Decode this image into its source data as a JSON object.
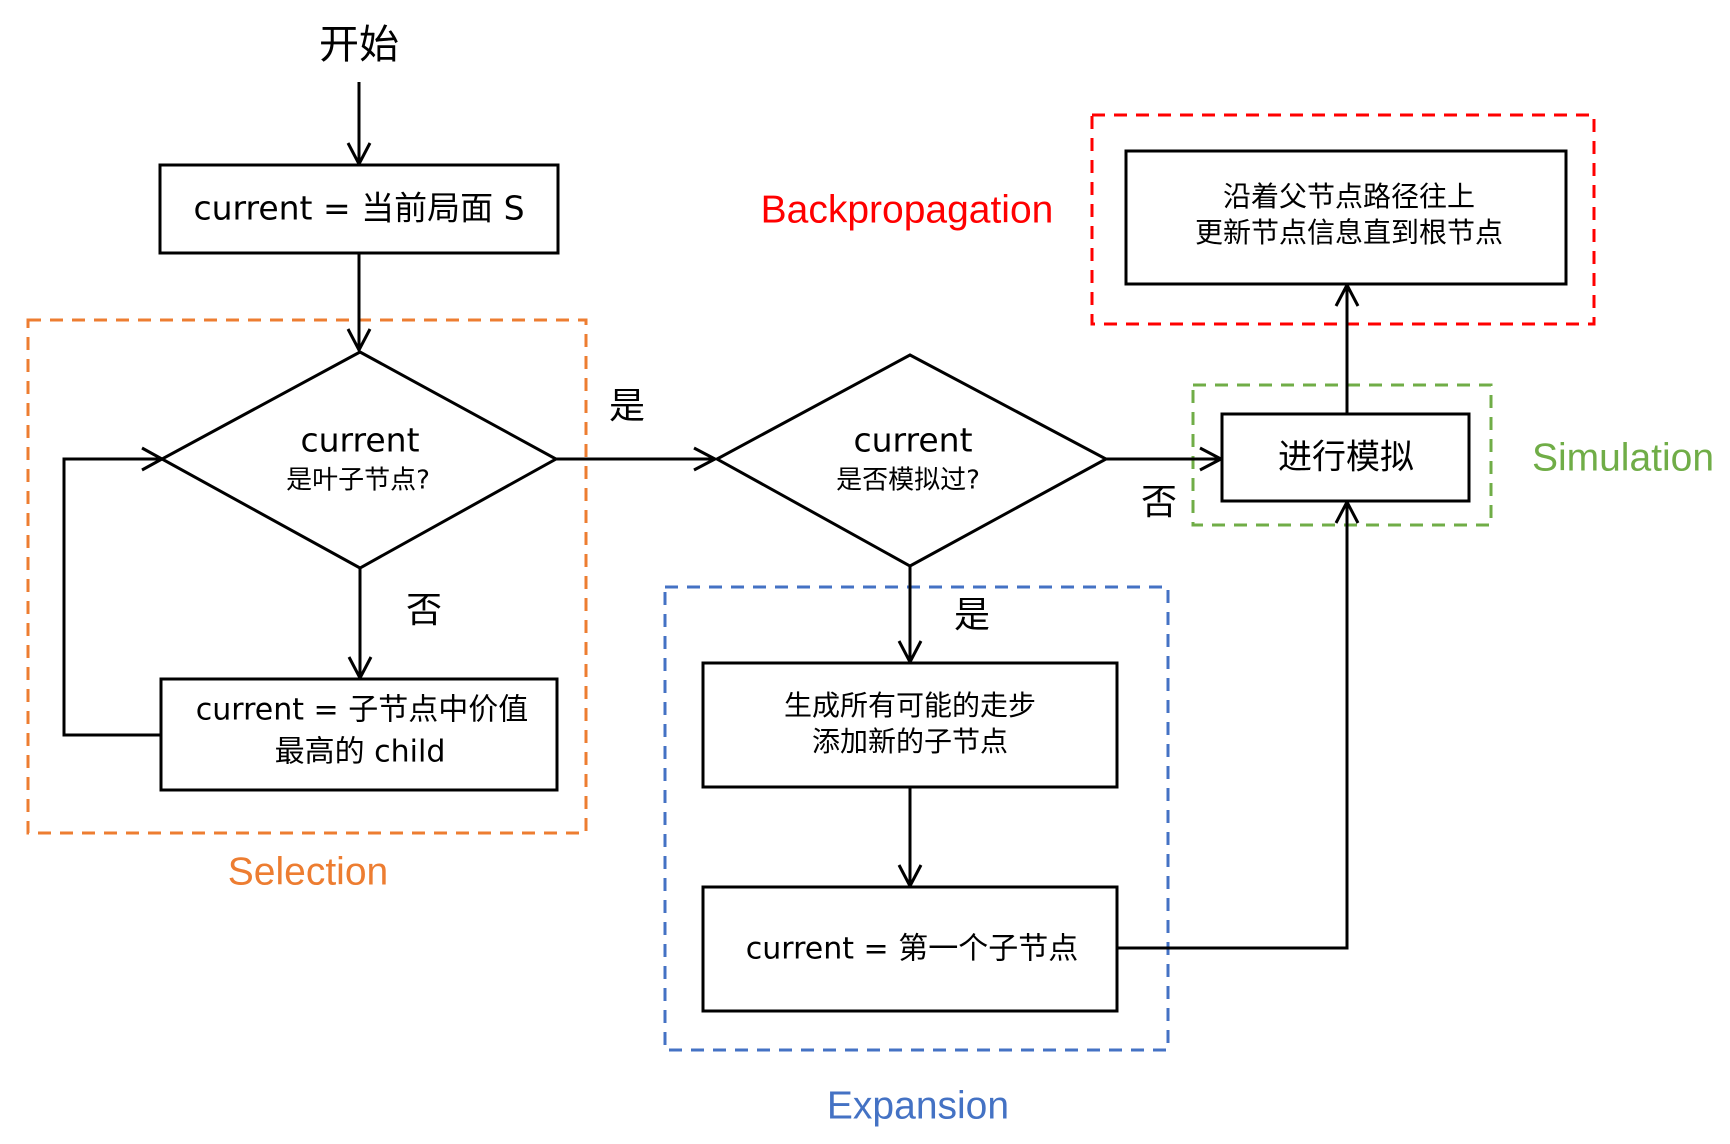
{
  "title": "Monte Carlo Tree Search flowchart",
  "colors": {
    "selection": "#ED7D31",
    "expansion": "#4472C4",
    "simulation": "#70AD47",
    "backpropagation": "#FF0000",
    "stroke": "#000000"
  },
  "start": {
    "label": "开始"
  },
  "nodes": {
    "init": {
      "line1": "current = 当前局面 S"
    },
    "is_leaf": {
      "line1": "current",
      "line2": "是叶子节点?"
    },
    "select_child": {
      "line1": "current = 子节点中价值",
      "line2": "最高的 child"
    },
    "simulated": {
      "line1": "current",
      "line2": "是否模拟过?"
    },
    "expand": {
      "line1": "生成所有可能的走步",
      "line2": "添加新的子节点"
    },
    "first_child": {
      "line1": "current = 第一个子节点"
    },
    "simulate": {
      "line1": "进行模拟"
    },
    "backprop": {
      "line1": "沿着父节点路径往上",
      "line2": "更新节点信息直到根节点"
    }
  },
  "edge_labels": {
    "leaf_yes": "是",
    "leaf_no": "否",
    "sim_yes": "是",
    "sim_no": "否"
  },
  "phases": {
    "selection": "Selection",
    "expansion": "Expansion",
    "simulation": "Simulation",
    "backpropagation": "Backpropagation"
  }
}
